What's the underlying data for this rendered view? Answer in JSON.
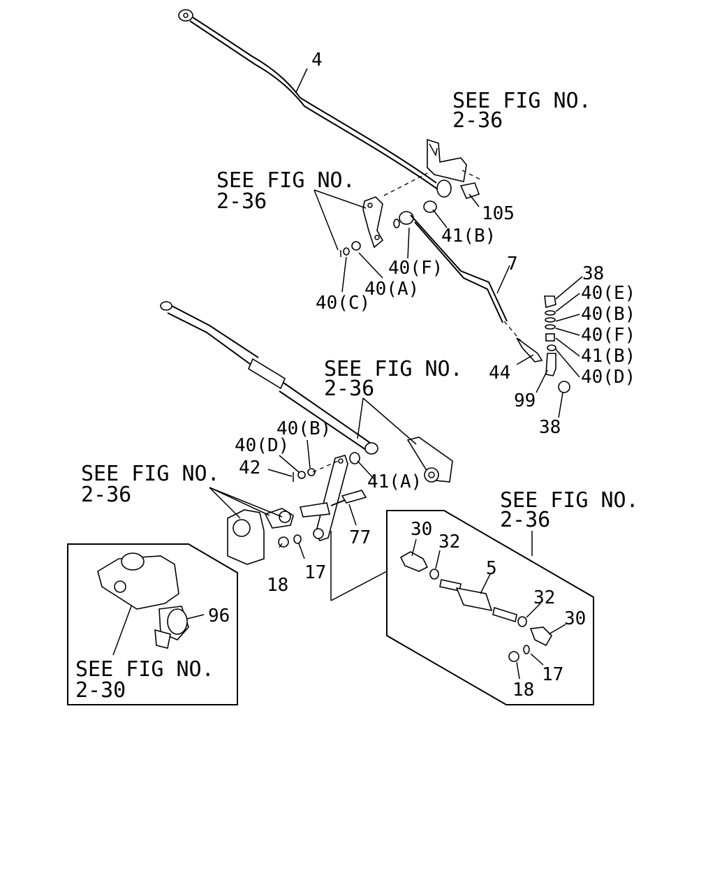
{
  "refs": {
    "see_fig": "SEE FIG NO.",
    "fig_2_36": "2-36",
    "fig_2_30": "2-30"
  },
  "parts": {
    "p4": "4",
    "p105": "105",
    "p41b": "41(B)",
    "p40f": "40(F)",
    "p40a": "40(A)",
    "p40c": "40(C)",
    "p7": "7",
    "p38": "38",
    "p40e": "40(E)",
    "p40b": "40(B)",
    "p40d": "40(D)",
    "p44": "44",
    "p99": "99",
    "p42": "42",
    "p41a": "41(A)",
    "p77": "77",
    "p18": "18",
    "p17": "17",
    "p96": "96",
    "p30": "30",
    "p32": "32",
    "p5": "5"
  }
}
